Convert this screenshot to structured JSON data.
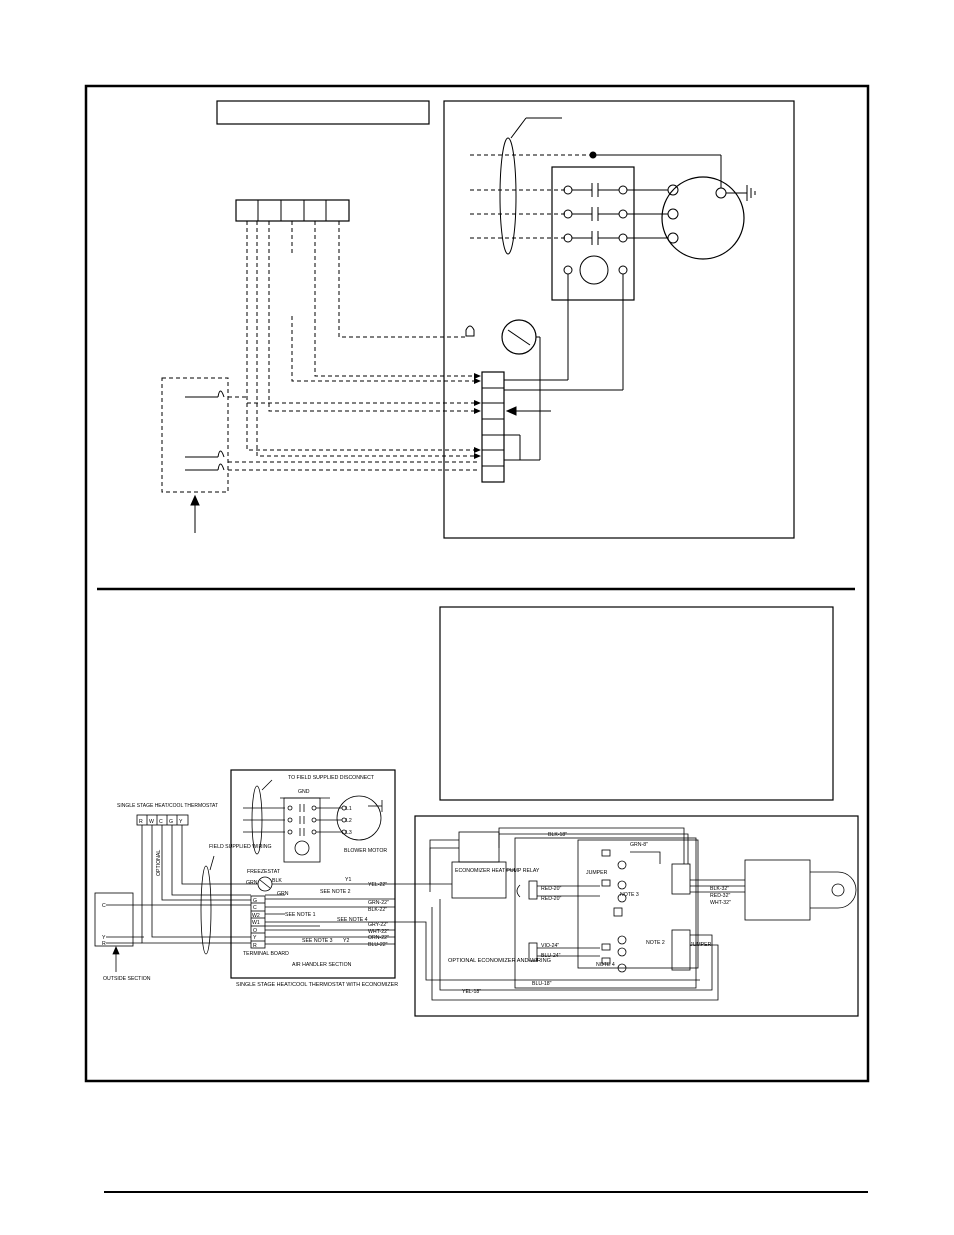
{
  "bottom_diagram": {
    "labels": {
      "to_field_supplied_disconnect": "TO FIELD SUPPLIED DISCONNECT",
      "gnd": "GND",
      "l1": "L1",
      "l2": "L2",
      "l3": "L3",
      "blower_motor": "BLOWER MOTOR",
      "single_stage_heat_cool_thermostat": "SINGLE STAGE HEAT/COOL THERMOSTAT",
      "field_supplied_wiring": "FIELD SUPPLIED WIRING",
      "optional": "OPTIONAL",
      "freezestat": "FREEZESTAT",
      "see_note_2": "SEE NOTE 2",
      "see_note_1": "SEE NOTE 1",
      "see_note_4": "SEE NOTE 4",
      "see_note_3": "SEE NOTE 3",
      "y1": "Y1",
      "y2": "Y2",
      "terminal_board": "TERMINAL BOARD",
      "air_handler_section": "AIR HANDLER SECTION",
      "outside_section": "OUTSIDE SECTION",
      "caption": "SINGLE STAGE HEAT/COOL THERMOSTAT WITH ECONOMIZER",
      "economizer_heat_pump_relay": "ECONOMIZER HEAT PUMP RELAY",
      "optional_economizer_and_wiring": "OPTIONAL ECONOMIZER AND WIRING",
      "jumper": "JUMPER",
      "note_3": "NOTE 3",
      "note_4": "NOTE 4",
      "note_2": "NOTE 2",
      "grn": "GRN",
      "blk": "BLK"
    },
    "thermostat_terminals": [
      "R",
      "W",
      "C",
      "G",
      "Y"
    ],
    "terminal_board_terminals": [
      "G",
      "C",
      "W2",
      "W1",
      "O",
      "Y",
      "R"
    ],
    "outside_terminals": [
      "C",
      "Y",
      "R"
    ],
    "wires": {
      "yel22": "YEL-22\"",
      "grn22": "GRN-22\"",
      "blk22": "BLK-22\"",
      "gry22": "GRY-22\"",
      "wht22": "WHT-22\"",
      "orn22": "ORN-22\"",
      "blu22": "BLU-22\"",
      "blk18": "BLK-18\"",
      "grn8": "GRN-8\"",
      "red20a": "RED-20\"",
      "red20b": "RED-20\"",
      "vio24": "VIO-24\"",
      "blu24": "BLU-24\"",
      "blu18": "BLU-18\"",
      "yel18": "YEL-18\"",
      "blk32": "BLK-32\"",
      "red32": "RED-32\"",
      "wht32": "WHT-32\""
    }
  }
}
